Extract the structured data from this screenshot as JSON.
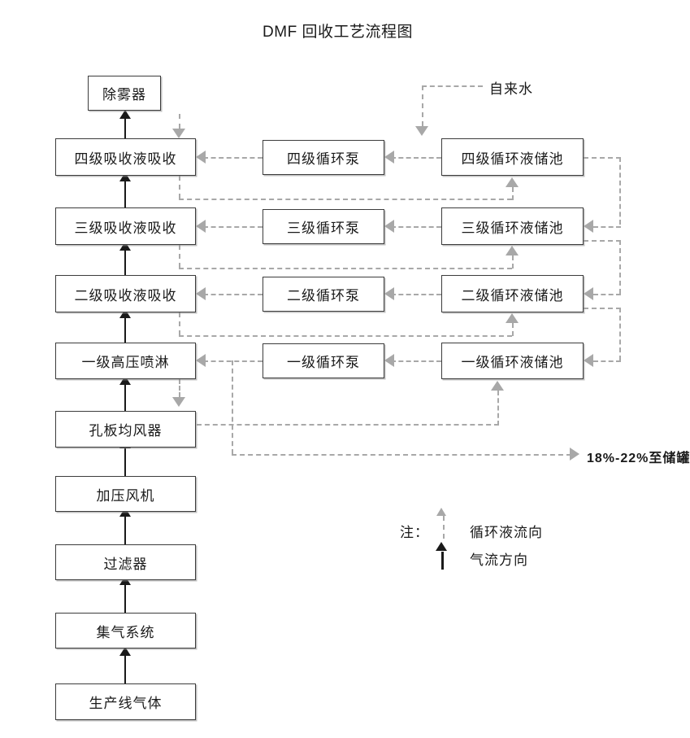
{
  "title": "DMF 回收工艺流程图",
  "gas_train": [
    {
      "id": "demister",
      "label": "除雾器"
    },
    {
      "id": "abs4",
      "label": "四级吸收液吸收"
    },
    {
      "id": "abs3",
      "label": "三级吸收液吸收"
    },
    {
      "id": "abs2",
      "label": "二级吸收液吸收"
    },
    {
      "id": "spray1",
      "label": "一级高压喷淋"
    },
    {
      "id": "plate",
      "label": "孔板均风器"
    },
    {
      "id": "blower",
      "label": "加压风机"
    },
    {
      "id": "filter",
      "label": "过滤器"
    },
    {
      "id": "collector",
      "label": "集气系统"
    },
    {
      "id": "source",
      "label": "生产线气体"
    }
  ],
  "pumps": [
    {
      "id": "pump4",
      "label": "四级循环泵"
    },
    {
      "id": "pump3",
      "label": "三级循环泵"
    },
    {
      "id": "pump2",
      "label": "二级循环泵"
    },
    {
      "id": "pump1",
      "label": "一级循环泵"
    }
  ],
  "tanks": [
    {
      "id": "tank4",
      "label": "四级循环液储池"
    },
    {
      "id": "tank3",
      "label": "三级循环液储池"
    },
    {
      "id": "tank2",
      "label": "二级循环液储池"
    },
    {
      "id": "tank1",
      "label": "一级循环液储池"
    }
  ],
  "labels": {
    "tap_water": "自来水",
    "to_storage": "18%-22%至储罐"
  },
  "legend": {
    "note_prefix": "注：",
    "liquid_flow": "循环液流向",
    "air_flow": "气流方向"
  },
  "colors": {
    "box_border": "#3c3c3c",
    "solid_arrow": "#1a1a1a",
    "dashed_arrow": "#a8a8a8",
    "background": "#ffffff"
  }
}
